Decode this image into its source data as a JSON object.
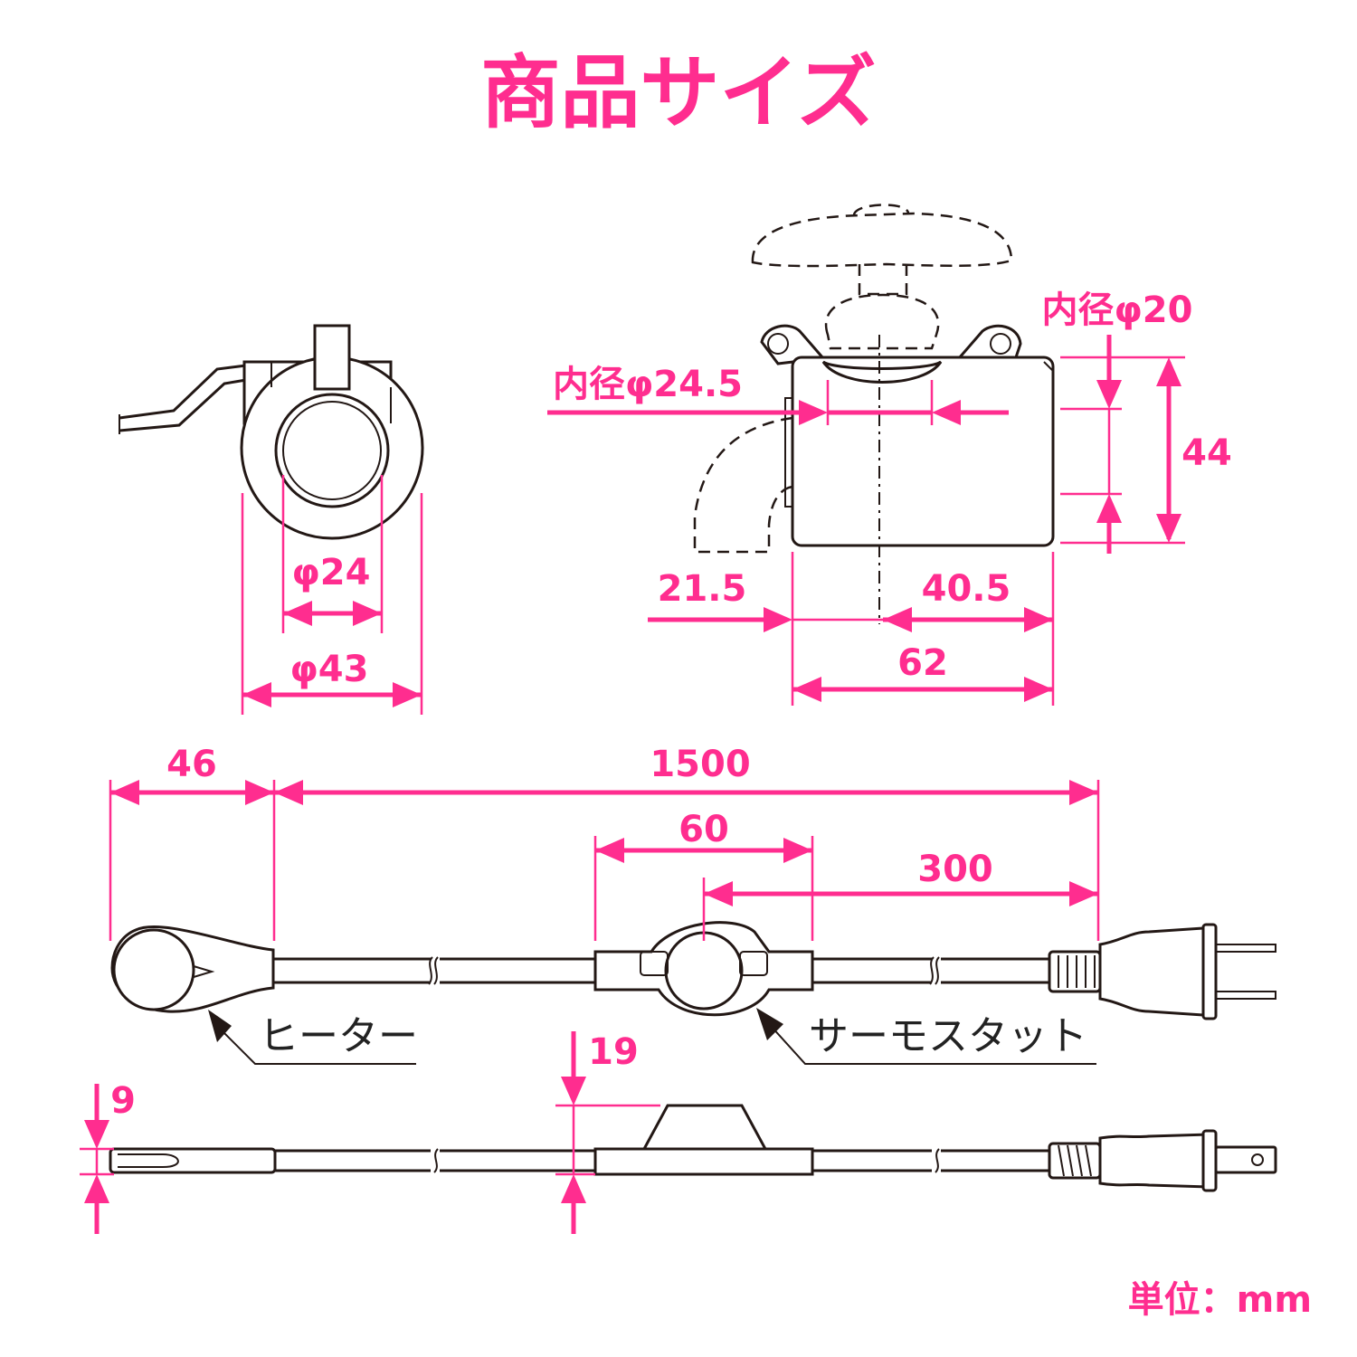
{
  "title": "商品サイズ",
  "unit_label": "単位：mm",
  "colors": {
    "accent": "#ff2d8f",
    "line": "#231815",
    "background": "#ffffff"
  },
  "ring_view": {
    "inner_diameter_label": "φ24",
    "outer_diameter_label": "φ43"
  },
  "faucet_view": {
    "inner_diameter_top_label": "内径φ20",
    "inner_diameter_side_label": "内径φ24.5",
    "height_label": "44",
    "offset_left_label": "21.5",
    "offset_right_label": "40.5",
    "width_label": "62"
  },
  "cord_top_view": {
    "heater_head_label": "46",
    "cord_length_label": "1500",
    "thermostat_width_label": "60",
    "thermostat_to_plug_label": "300",
    "heater_callout": "ヒーター",
    "thermostat_callout": "サーモスタット"
  },
  "cord_side_view": {
    "heater_thickness_label": "9",
    "thermostat_height_label": "19"
  }
}
